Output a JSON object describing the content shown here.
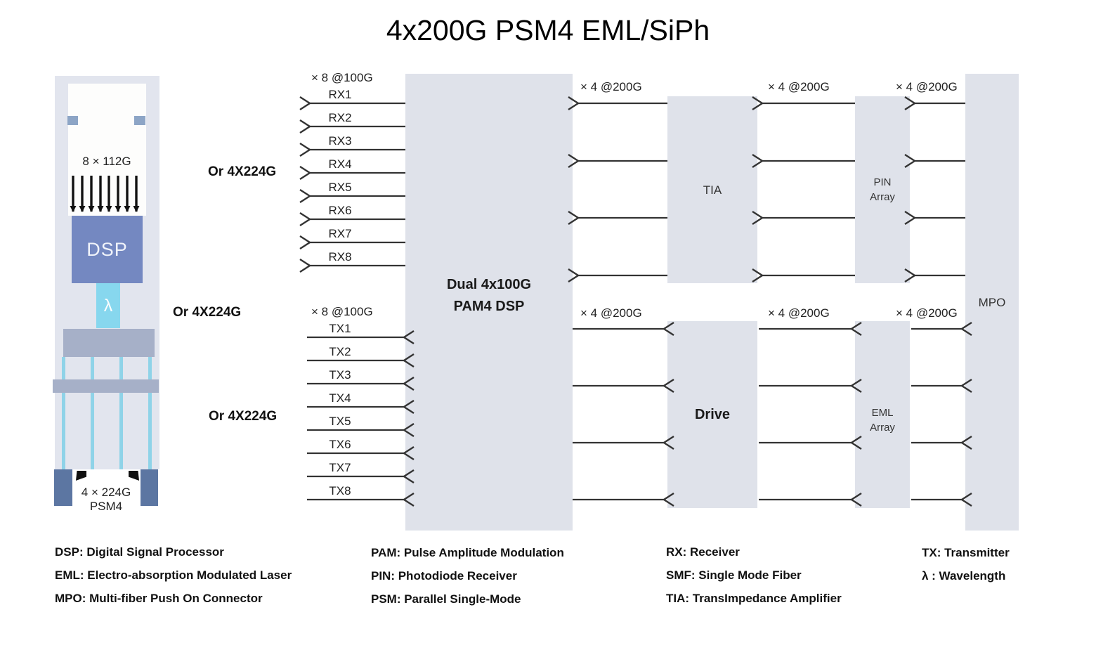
{
  "title": "4x200G PSM4 EML/SiPh",
  "module": {
    "host_rate": "8 × 112G",
    "dsp": "DSP",
    "wavelength": "λ",
    "line_rate": "4 × 224G",
    "line_type": "PSM4"
  },
  "alt_options": {
    "rx": "Or 4X224G",
    "mid": "Or 4X224G",
    "tx": "Or 4X224G"
  },
  "dsp_block": {
    "line1": "Dual 4x100G",
    "line2": "PAM4 DSP"
  },
  "blocks": {
    "tia": "TIA",
    "pin_line1": "PIN",
    "pin_line2": "Array",
    "drive": "Drive",
    "eml_line1": "EML",
    "eml_line2": "Array",
    "mpo": "MPO"
  },
  "rx": {
    "group_label": "× 8 @100G",
    "lanes": [
      "RX1",
      "RX2",
      "RX3",
      "RX4",
      "RX5",
      "RX6",
      "RX7",
      "RX8"
    ]
  },
  "tx": {
    "group_label": "× 8 @100G",
    "lanes": [
      "TX1",
      "TX2",
      "TX3",
      "TX4",
      "TX5",
      "TX6",
      "TX7",
      "TX8"
    ]
  },
  "bus_labels": {
    "rx_dsp_tia": "× 4 @200G",
    "rx_tia_pin": "× 4 @200G",
    "rx_pin_mpo": "× 4 @200G",
    "tx_dsp_drive": "× 4 @200G",
    "tx_drive_eml": "× 4 @200G",
    "tx_eml_mpo": "× 4 @200G"
  },
  "legend": {
    "col1": [
      "DSP: Digital Signal Processor",
      "EML: Electro-absorption Modulated Laser",
      "MPO: Multi-fiber Push On Connector"
    ],
    "col2": [
      "PAM: Pulse Amplitude Modulation",
      "PIN: Photodiode Receiver",
      "PSM: Parallel Single-Mode"
    ],
    "col3": [
      "RX: Receiver",
      "SMF: Single Mode Fiber",
      "TIA: TransImpedance Amplifier"
    ],
    "col4": [
      "TX: Transmitter",
      "λ : Wavelength"
    ]
  },
  "colors": {
    "block_fill": "#dfe2ea",
    "module_fill": "#e2e5ee",
    "dsp_fill": "#7488c1",
    "lambda_fill": "#87d7ee",
    "bar_fill": "#a6b0c8",
    "fiber": "#8fd3e8",
    "connector_fill": "#5c76a2",
    "arrow": "#333333"
  }
}
